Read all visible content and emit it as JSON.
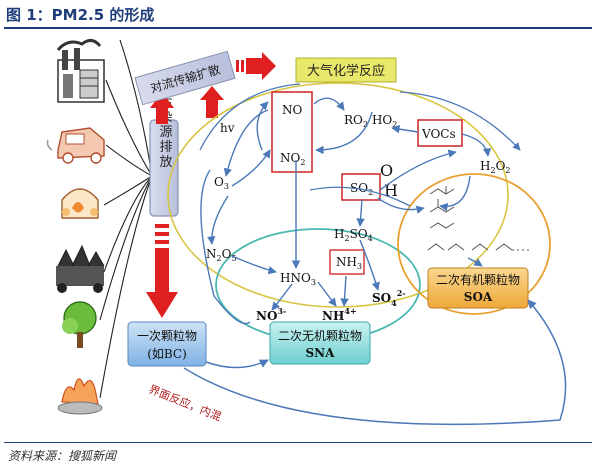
{
  "figure": {
    "title": "图 1：PM2.5 的形成",
    "source": "资料来源：搜狐新闻"
  },
  "labels": {
    "convection": "对流传输扩散",
    "emission": "污染源排放",
    "atmospheric": "大气化学反应",
    "hv": "hv",
    "o3": "O",
    "o3_sub": "3",
    "no": "NO",
    "no2": "NO",
    "no2_sub": "2",
    "ro2": "RO",
    "ro2_sub": "2",
    "ho2": "HO",
    "ho2_sub": "2",
    "vocs": "VOCs",
    "h2o2_a": "H",
    "h2o2_s1": "2",
    "h2o2_b": "O",
    "h2o2_s2": "2",
    "so2": "SO",
    "so2_sub": "2",
    "o_big": "O",
    "h_big": "H",
    "n2o5_a": "N",
    "n2o5_s1": "2",
    "n2o5_b": "O",
    "n2o5_s2": "5",
    "h2so4_a": "H",
    "h2so4_s1": "2",
    "h2so4_b": "SO",
    "h2so4_s2": "4",
    "hno3": "HNO",
    "hno3_sub": "3",
    "nh3": "NH",
    "nh3_sub": "3",
    "no3": "NO",
    "no3_sup": "3-",
    "nh4": "NH",
    "nh4_sup": "4+",
    "so4": "SO",
    "so4_sup": "4",
    "so4_sup2": "2-",
    "primary_1": "一次颗粒物",
    "primary_2": "(如BC)",
    "sna_1": "二次无机颗粒物",
    "sna_2": "SNA",
    "soa_1": "二次有机颗粒物",
    "soa_2": "SOA",
    "interface": "界面反应，内混"
  },
  "colors": {
    "title": "#1f3e7a",
    "red_arrow": "#e02020",
    "blue_line": "#4a78b8",
    "yellow_box": "#e8e86a",
    "green_oval": "#4ab8b0",
    "orange_oval": "#e8a030",
    "red_box": "#d03030",
    "primary_box": "#8ab8e8",
    "sna_box": "#7ed8d8",
    "soa_box": "#f0b040"
  },
  "icons": [
    "factory-icon",
    "car-icon",
    "cooking-icon",
    "farming-icon",
    "tree-icon",
    "fire-icon"
  ]
}
